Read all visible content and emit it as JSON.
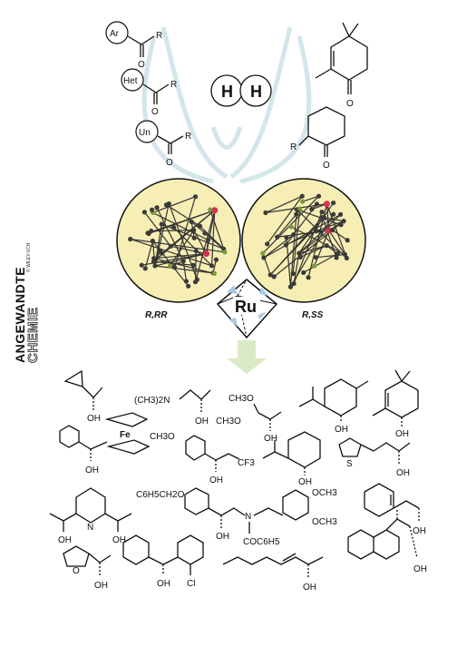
{
  "journal": {
    "name_top": "ANGEWANDTE",
    "name_bottom": "CHEMIE",
    "publisher": "© WILEY-VCH"
  },
  "substrates": {
    "ar": "Ar",
    "het": "Het",
    "un": "Un",
    "r": "R",
    "o": "O"
  },
  "hydrogen": {
    "h1": "H",
    "h2": "H"
  },
  "catalyst": {
    "metal": "Ru",
    "label_left": "R,RR",
    "label_right": "R,SS"
  },
  "products": {
    "oh": "OH",
    "nme2": "(CH3)2N",
    "fe": "Fe",
    "ch3o": "CH3O",
    "cf3": "CF3",
    "och3": "OCH3",
    "bnO": "C6H5CH2O",
    "n": "N",
    "coph": "COC6H5",
    "s": "S",
    "o": "O",
    "cl": "Cl"
  },
  "colors": {
    "sphere_fill": "#f6eeb4",
    "arrow_tint": "#d3e6ea",
    "arrow_green": "#d7e8c0",
    "ru_blue": "#a9c9e4"
  }
}
